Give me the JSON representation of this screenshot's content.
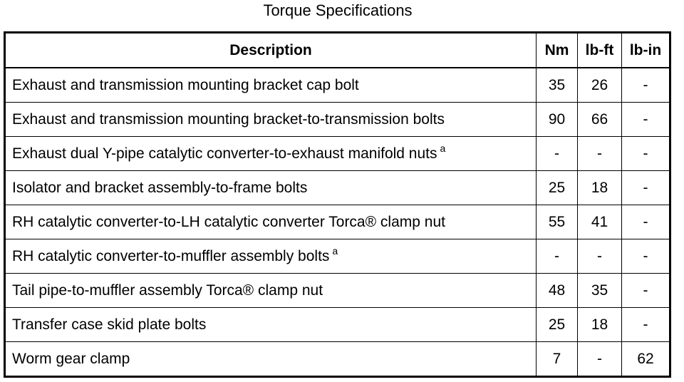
{
  "title": "Torque Specifications",
  "headers": {
    "description": "Description",
    "nm": "Nm",
    "lbft": "lb-ft",
    "lbin": "lb-in"
  },
  "rows": [
    {
      "description": "Exhaust and transmission mounting bracket cap bolt",
      "note": "",
      "nm": "35",
      "lbft": "26",
      "lbin": "-"
    },
    {
      "description": "Exhaust and transmission mounting bracket-to-transmission bolts",
      "note": "",
      "nm": "90",
      "lbft": "66",
      "lbin": "-"
    },
    {
      "description": "Exhaust dual Y-pipe catalytic converter-to-exhaust manifold nuts",
      "note": "a",
      "nm": "-",
      "lbft": "-",
      "lbin": "-"
    },
    {
      "description": "Isolator and bracket assembly-to-frame bolts",
      "note": "",
      "nm": "25",
      "lbft": "18",
      "lbin": "-"
    },
    {
      "description": "RH catalytic converter-to-LH catalytic converter Torca® clamp nut",
      "note": "",
      "nm": "55",
      "lbft": "41",
      "lbin": "-"
    },
    {
      "description": "RH catalytic converter-to-muffler assembly bolts",
      "note": "a",
      "nm": "-",
      "lbft": "-",
      "lbin": "-"
    },
    {
      "description": "Tail pipe-to-muffler assembly Torca® clamp nut",
      "note": "",
      "nm": "48",
      "lbft": "35",
      "lbin": "-"
    },
    {
      "description": "Transfer case skid plate bolts",
      "note": "",
      "nm": "25",
      "lbft": "18",
      "lbin": "-"
    },
    {
      "description": "Worm gear clamp",
      "note": "",
      "nm": "7",
      "lbft": "-",
      "lbin": "62"
    }
  ]
}
